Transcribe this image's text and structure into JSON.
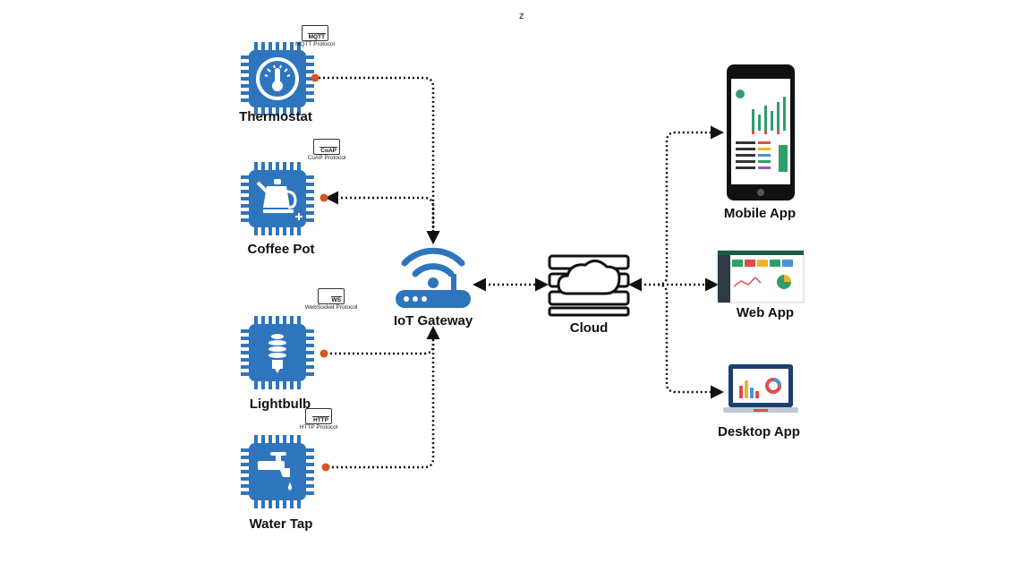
{
  "top_mark": "z",
  "devices": [
    {
      "name": "Thermostat",
      "icon": "thermometer-chip-icon",
      "protocol_tag": "MQTT",
      "protocol_text": "MQTT Protocol"
    },
    {
      "name": "Coffee Pot",
      "icon": "kettle-chip-icon",
      "protocol_tag": "CoAP",
      "protocol_text": "CoAP Protocol"
    },
    {
      "name": "Lightbulb",
      "icon": "lightbulb-chip-icon",
      "protocol_tag": "WS",
      "protocol_text": "WebSocket Protocol"
    },
    {
      "name": "Water Tap",
      "icon": "faucet-chip-icon",
      "protocol_tag": "HTTP",
      "protocol_text": "HTTP Protocol"
    }
  ],
  "gateway": {
    "label": "IoT Gateway",
    "icon": "wifi-router-icon"
  },
  "cloud": {
    "label": "Cloud",
    "icon": "cloud-server-icon"
  },
  "apps": [
    {
      "label": "Mobile App",
      "icon": "smartphone-dashboard-icon"
    },
    {
      "label": "Web App",
      "icon": "web-dashboard-icon"
    },
    {
      "label": "Desktop App",
      "icon": "laptop-dashboard-icon"
    }
  ],
  "colors": {
    "chip_blue": "#2f75bd",
    "dot_orange": "#d9541e",
    "connector": "#111111"
  }
}
